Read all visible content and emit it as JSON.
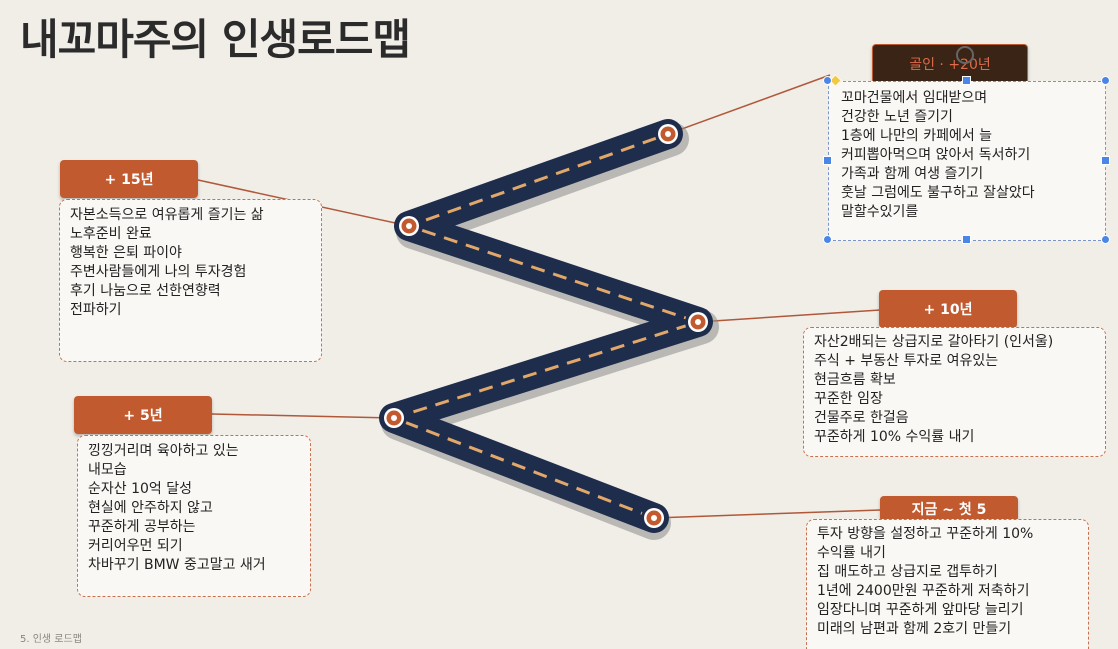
{
  "slide": {
    "title": "내꼬마주의 인생로드맵",
    "footer": "5. 인생 로드맵"
  },
  "milestones": [
    {
      "tag": "골인 · +20년",
      "lines": [
        "꼬마건물에서 임대받으며",
        "건강한 노년 즐기기",
        "1층에 나만의 카페에서 늘",
        "커피뽑아먹으며 앉아서 독서하기",
        "가족과 함께 여생 즐기기",
        "훗날 그럼에도 불구하고 잘살았다",
        "말할수있기를"
      ]
    },
    {
      "tag": "+ 15년",
      "lines": [
        "자본소득으로 여유롭게 즐기는 삶",
        "노후준비 완료",
        "행복한 은퇴 파이야",
        "주변사람들에게 나의 투자경험",
        "후기 나눔으로 선한연향력",
        "전파하기"
      ]
    },
    {
      "tag": "+ 10년",
      "lines": [
        "자산2배되는 상급지로 갈아타기 (인서울)",
        "주식 + 부동산 투자로 여유있는",
        "현금흐름 확보",
        "꾸준한 임장",
        "건물주로 한걸음",
        "꾸준하게 10% 수익률 내기"
      ]
    },
    {
      "tag": "+ 5년",
      "lines": [
        "낑낑거리며 육아하고 있는",
        "내모습",
        "순자산 10억 달성",
        "현실에 안주하지 않고",
        "꾸준하게 공부하는",
        "커리어우먼 되기",
        "차바꾸기 BMW 중고말고 새거"
      ]
    },
    {
      "tag": "지금 ~ 첫 5",
      "lines": [
        "투자 방향을 설정하고 꾸준하게 10%",
        "수익률 내기",
        "집 매도하고 상급지로 갭투하기",
        "1년에 2400만원 꾸준하게 저축하기",
        "임장다니며 꾸준하게 앞마당 늘리기",
        "미래의 남편과 함께 2호기 만들기"
      ]
    }
  ],
  "colors": {
    "accent": "#c25a2f",
    "road": "#1f2d4d",
    "dash": "#e2a86a",
    "background": "#f1ede7"
  }
}
